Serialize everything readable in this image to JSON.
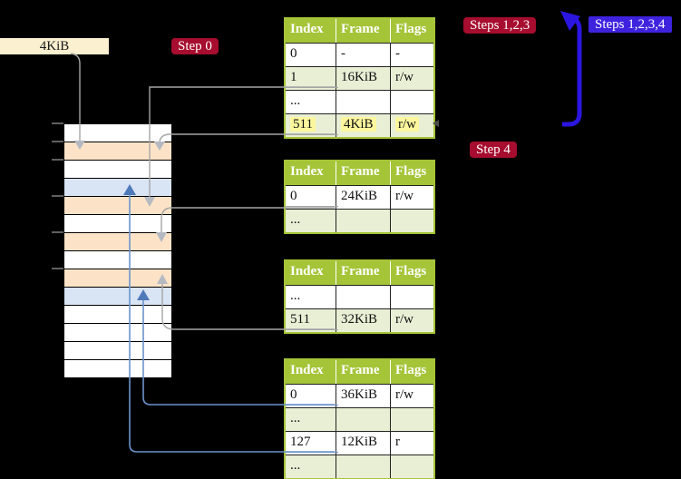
{
  "frame_label": "4KiB",
  "badges": {
    "step0": "Step 0",
    "steps123": "Steps 1,2,3",
    "steps1234": "Steps 1,2,3,4",
    "step4": "Step 4"
  },
  "colors": {
    "badge_red": "#a60d2e",
    "badge_blue": "#3d23de",
    "table_header_green": "#a5c438",
    "table_shade_green": "#e9efd5",
    "highlight_yellow": "#fcf79e",
    "strip_orange": "#fce3c7",
    "strip_blue": "#d9e4f5",
    "pointer_gray": "#a6a6a6",
    "pointer_blue": "#6b93cc",
    "recursive_arrow_blue": "#2b15e0"
  },
  "memory_strip": {
    "rows": [
      {
        "fill": "white"
      },
      {
        "fill": "orange"
      },
      {
        "fill": "white"
      },
      {
        "fill": "blue"
      },
      {
        "fill": "orange"
      },
      {
        "fill": "white"
      },
      {
        "fill": "orange"
      },
      {
        "fill": "white"
      },
      {
        "fill": "orange"
      },
      {
        "fill": "blue"
      },
      {
        "fill": "white"
      },
      {
        "fill": "white"
      },
      {
        "fill": "white"
      },
      {
        "fill": "white"
      }
    ]
  },
  "tables": [
    {
      "name": "page-table-top",
      "headers": [
        "Index",
        "Frame",
        "Flags"
      ],
      "rows": [
        {
          "cells": [
            "0",
            "-",
            "-"
          ],
          "shade": false,
          "underline": null,
          "highlight": false
        },
        {
          "cells": [
            "1",
            "16KiB",
            "r/w"
          ],
          "shade": true,
          "underline": "gray",
          "highlight": false
        },
        {
          "cells": [
            "...",
            "",
            ""
          ],
          "shade": false,
          "underline": null,
          "highlight": false
        },
        {
          "cells": [
            "511",
            "4KiB",
            "r/w"
          ],
          "shade": true,
          "underline": "gray",
          "highlight": true
        }
      ]
    },
    {
      "name": "page-table-second",
      "headers": [
        "Index",
        "Frame",
        "Flags"
      ],
      "rows": [
        {
          "cells": [
            "0",
            "24KiB",
            "r/w"
          ],
          "shade": false,
          "underline": "gray",
          "highlight": false
        },
        {
          "cells": [
            "...",
            "",
            ""
          ],
          "shade": true,
          "underline": null,
          "highlight": false
        }
      ]
    },
    {
      "name": "page-table-third",
      "headers": [
        "Index",
        "Frame",
        "Flags"
      ],
      "rows": [
        {
          "cells": [
            "...",
            "",
            ""
          ],
          "shade": false,
          "underline": null,
          "highlight": false
        },
        {
          "cells": [
            "511",
            "32KiB",
            "r/w"
          ],
          "shade": true,
          "underline": "gray",
          "highlight": false
        }
      ]
    },
    {
      "name": "page-table-bottom",
      "headers": [
        "Index",
        "Frame",
        "Flags"
      ],
      "rows": [
        {
          "cells": [
            "0",
            "36KiB",
            "r/w"
          ],
          "shade": false,
          "underline": "blue",
          "highlight": false
        },
        {
          "cells": [
            "...",
            "",
            ""
          ],
          "shade": true,
          "underline": null,
          "highlight": false
        },
        {
          "cells": [
            "127",
            "12KiB",
            "r"
          ],
          "shade": false,
          "underline": "blue",
          "highlight": false
        },
        {
          "cells": [
            "...",
            "",
            ""
          ],
          "shade": true,
          "underline": null,
          "highlight": false
        }
      ]
    }
  ]
}
